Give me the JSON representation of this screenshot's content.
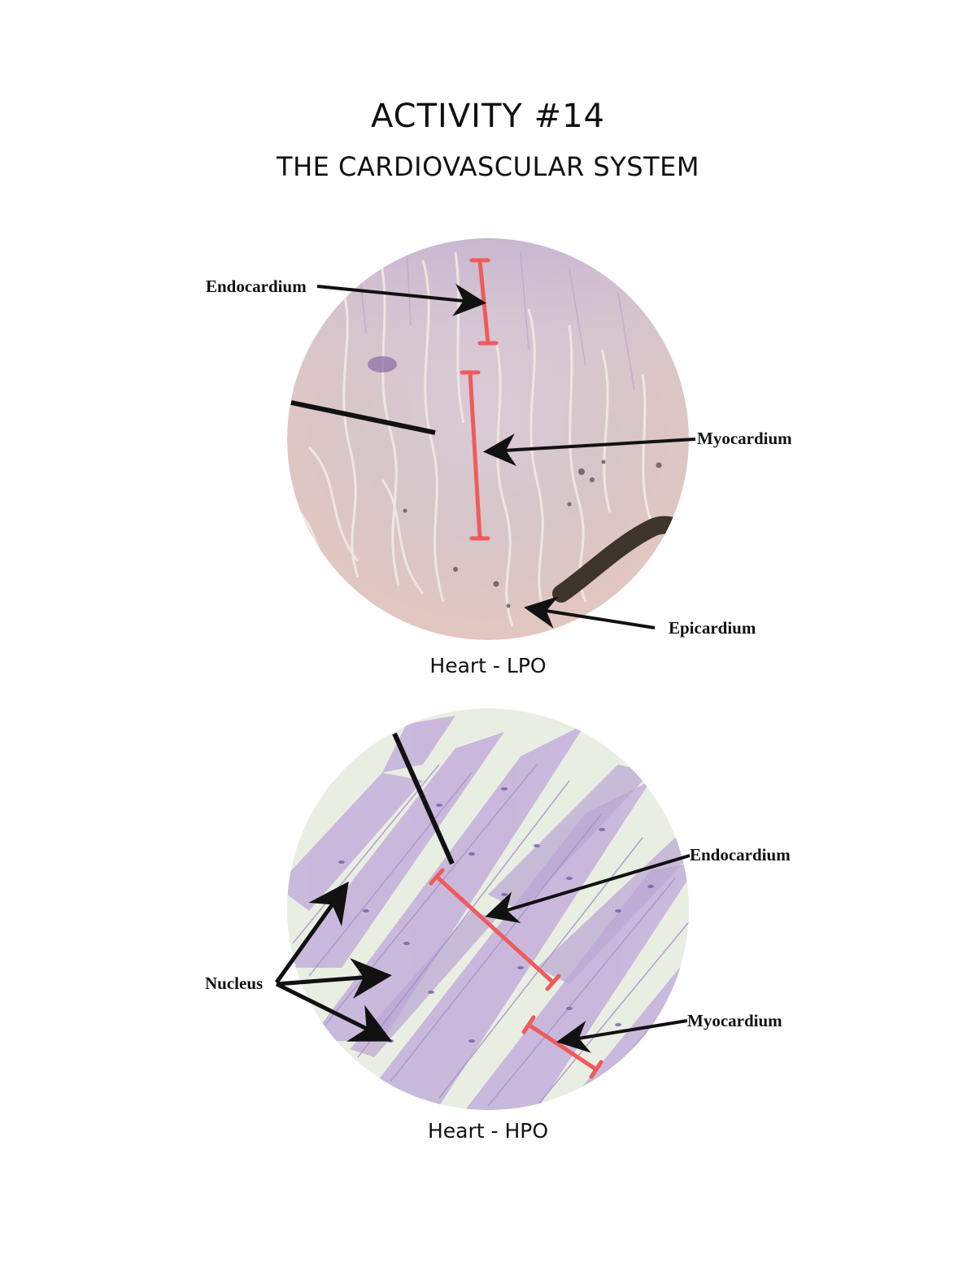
{
  "page": {
    "title": "ACTIVITY #14",
    "subtitle": "THE CARDIOVASCULAR SYSTEM"
  },
  "figures": [
    {
      "caption": "Heart - LPO",
      "labels": {
        "endocardium": "Endocardium",
        "myocardium": "Myocardium",
        "epicardium": "Epicardium"
      }
    },
    {
      "caption": "Heart - HPO",
      "labels": {
        "endocardium": "Endocardium",
        "myocardium": "Myocardium",
        "nucleus": "Nucleus"
      }
    }
  ],
  "colors": {
    "bracket": "#ef5b5b",
    "arrow": "#111111",
    "lpo_tissue": "#d8c3d8",
    "hpo_tissue": "#cdbfe0"
  }
}
